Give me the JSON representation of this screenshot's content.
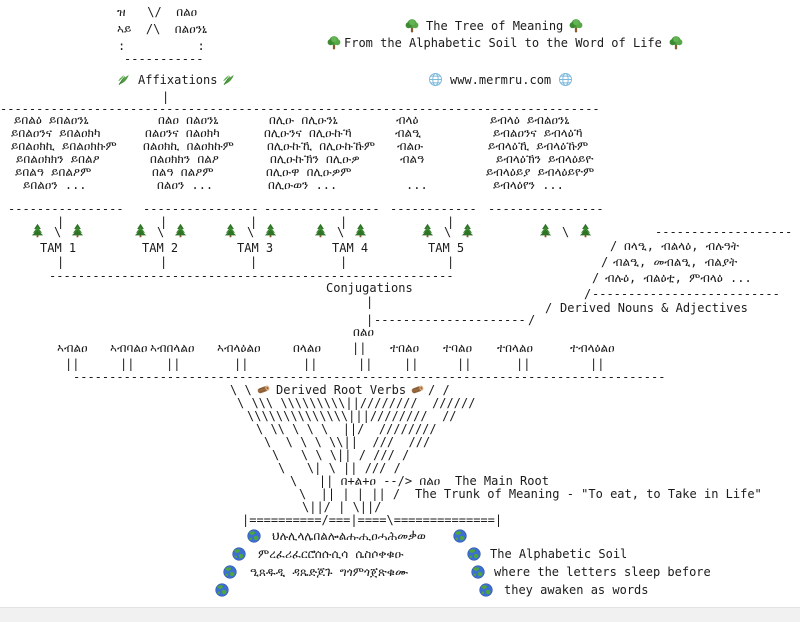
{
  "header": {
    "title": "The Tree of Meaning",
    "subtitle": "From the Alphabetic Soil to the Word of Life",
    "website": "www.mermru.com",
    "affixations_label": "Affixations"
  },
  "seed": {
    "row1": "ዝ   \\/  በልዐ",
    "row2": "ኣይ  /\\  በልዐንኒ",
    "row3": ":          :",
    "row4": "-----------",
    "stem": "|"
  },
  "canopy_divider": "-----------------------------------------------------------------------------------",
  "tam": {
    "branch": "\\",
    "riser": "|"
  },
  "tam_columns": [
    {
      "label": "TAM 1",
      "lines": [
        "ይበልዕ ይበልዐንኒ",
        "ይበልዐንና ይበልዐክካ",
        "ይበልዐክኪ ይበልዐክኩም",
        "ይበልዐክክን ይበልዖ",
        "ይበልዓ ይበልዖም",
        "ይበልዐን ..."
      ],
      "divider": "----------------"
    },
    {
      "label": "TAM 2",
      "lines": [
        "በልዐ በልዐንኒ",
        "በልዐንና በልዐክካ",
        "በልዐክኪ በልዐክኩም",
        "በልዐክክን በልዖ",
        "በልዓ በልዖም",
        "በልዐን ..."
      ],
      "divider": "----------------"
    },
    {
      "label": "TAM 3",
      "lines": [
        "በሊዑ በሊዑንኒ",
        "በሊዑንና በሊዑኩኻ",
        "በሊዑኩኺ በሊዑኩኹም",
        "በሊዑኩኽን በሊዑዎ",
        "በሊዑዋ በሊዑዎም",
        "በሊዑወን ..."
      ],
      "divider": "----------------"
    },
    {
      "label": "TAM 4",
      "lines": [
        "ብላዕ",
        "ብልዒ",
        "ብልዑ",
        "ብልዓ",
        "",
        "..."
      ],
      "divider": "------------"
    },
    {
      "label": "TAM 5",
      "lines": [
        "ይብላዕ ይብልዐንኒ",
        "ይብልዐንና ይብላዕኻ",
        "ይብላዕኺ ይብላዕኹም",
        "ይብላዕኽን ይብላዕይዮ",
        "ይብላዕይያ ይብላዕይዮም",
        "ይብላዕየን ..."
      ],
      "divider": "----------------"
    }
  ],
  "conjugations": {
    "label": "Conjugations",
    "divider": "--------------------------------------------------------",
    "riser": "|"
  },
  "derived_nouns": {
    "top_divider": "-------------------",
    "slash": "/",
    "lines": [
      "በላዒ, ብልላዕ, ብሉዓት",
      "ብልዒ, መብልዒ, ብልያት",
      "ብሉዕ, ብልዕቲ, ምብላዕ ..."
    ],
    "bottom_divider": "--------------------------",
    "label": "Derived Nouns & Adjectives",
    "connector_pipe": "|",
    "connector_dashes": "---------------------"
  },
  "derived_verbs": {
    "root_above": "በልዐ",
    "stems": [
      "ኣብልዐ",
      "ኣብባልዐ",
      "ኣብበላልዐ",
      "ኣብላዕልዐ",
      "በላልዐ",
      "||",
      "ተበልዐ",
      "ተባልዐ",
      "ተበላልዐ",
      "ተብላዕልዐ"
    ],
    "stem_pipe": "||",
    "divider": "----------------------------------------------------------------------------------"
  },
  "funnel": {
    "left_edge": "\\ \\",
    "label": "Derived Root Verbs",
    "right_edge": "/ /",
    "rows": [
      "\\ \\\\\\ \\\\\\\\\\\\\\\\\\||////////  //////",
      "\\\\\\\\\\\\\\\\\\\\\\\\\\\\|||////////  //",
      "\\ \\\\ \\ \\ \\  ||/  ////////",
      "\\  \\ \\ \\ \\\\||  ///  ///",
      "\\   \\ \\ \\|| / /// /",
      "\\   \\| \\ || /// /"
    ]
  },
  "trunk": {
    "formula": "\\   || በ+ል+ዐ --/> በልዐ",
    "main_root_label": "The Main Root",
    "pipes": "\\  || | | || /",
    "meaning_label": "The Trunk of Meaning - \"To eat, to Take in Life\"",
    "base": "\\||/ | \\||/"
  },
  "soil": {
    "barrier": "|==========/===|====\\==============|",
    "letter_rows": [
      "ህሉሊላሌበልሎልሑሒዐሓሕመቃወ",
      "ምረፈሪፈርሮሰሱሲሳ ሴስሶቀቁዑ",
      "ዒጸዱዲ ዳጼድጆጉ ግጎምጎጀጽቁሙ"
    ],
    "label1": "The Alphabetic Soil",
    "label2": "where the letters sleep before",
    "label3": "they awaken as words"
  },
  "icons": {
    "deciduous_tree": "round green tree with brown trunk",
    "herb": "green sprig leaf",
    "globe_meridians": "light blue wireframe globe",
    "evergreen_tree": "dark green pine tree",
    "wood": "brown log",
    "earth_globe": "blue and green earth"
  },
  "colors": {
    "text": "#1b1b1b",
    "background": "#ffffff",
    "tree_green": "#4e9a3f",
    "trunk_brown": "#8b5a2b",
    "pine_green": "#2f7327",
    "globe_blue": "#7ab8dc",
    "earth_blue": "#3c6fd1",
    "earth_green": "#4da53f",
    "log_brown": "#9a6a3f",
    "footer_strip": "#f1f1f1"
  }
}
